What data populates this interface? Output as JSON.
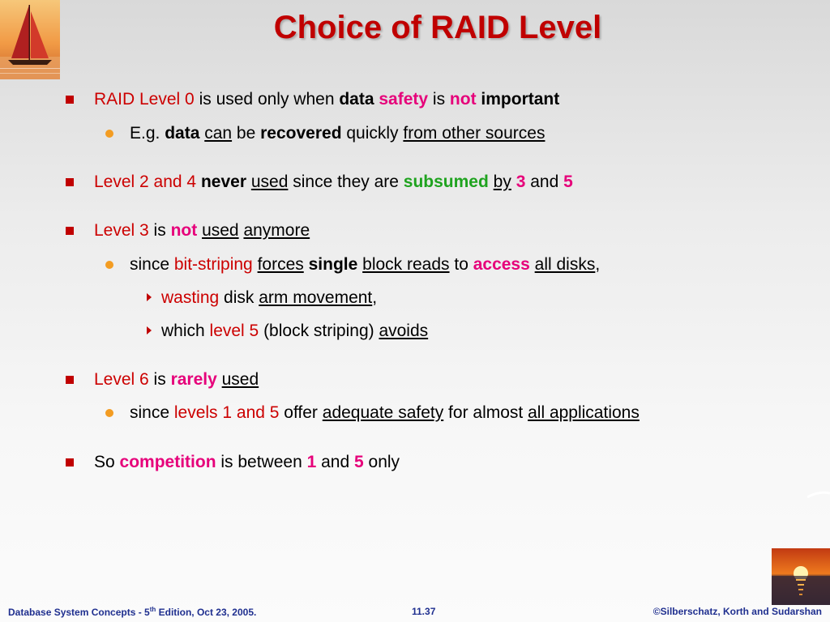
{
  "title": "Choice of RAID Level",
  "bullets": {
    "b1": {
      "p1": "RAID Level 0",
      "p2": " is used only when ",
      "p3": "data",
      "p4": " ",
      "p5": "safety",
      "p6": " is ",
      "p7": "not",
      "p8": " ",
      "p9": "important"
    },
    "b1a": {
      "p1": "E.g. ",
      "p2": "data",
      "p3": " ",
      "p4": "can",
      "p5": " be ",
      "p6": "recovered",
      "p7": " quickly ",
      "p8": "from other sources"
    },
    "b2": {
      "p1": "Level 2 and 4",
      "p2": " ",
      "p3": "never",
      "p4": " ",
      "p5": "used",
      "p6": " since they are ",
      "p7": "subsumed",
      "p8": " ",
      "p9": "by",
      "p10": " ",
      "p11": "3",
      "p12": " and ",
      "p13": "5"
    },
    "b3": {
      "p1": "Level 3",
      "p2": " is ",
      "p3": "not",
      "p4": " ",
      "p5": "used",
      "p6": " ",
      "p7": "anymore"
    },
    "b3a": {
      "p1": "since ",
      "p2": "bit-striping",
      "p3": " ",
      "p4": "forces",
      "p5": " ",
      "p6": "single",
      "p7": " ",
      "p8": "block reads",
      "p9": " to ",
      "p10": "access",
      "p11": " ",
      "p12": "all disks",
      "p13": ","
    },
    "b3a1": {
      "p1": "wasting",
      "p2": " disk ",
      "p3": "arm movement",
      "p4": ","
    },
    "b3a2": {
      "p1": "which ",
      "p2": "level 5",
      "p3": " (block striping) ",
      "p4": "avoids"
    },
    "b4": {
      "p1": "Level 6",
      "p2": " is ",
      "p3": "rarely",
      "p4": " ",
      "p5": "used"
    },
    "b4a": {
      "p1": "since ",
      "p2": "levels 1 and 5",
      "p3": " offer ",
      "p4": "adequate safety",
      "p5": " for almost ",
      "p6": "all applications"
    },
    "b5": {
      "p1": "So ",
      "p2": "competition",
      "p3": " is between ",
      "p4": "1",
      "p5": " and ",
      "p6": "5",
      "p7": " only"
    }
  },
  "footer": {
    "left_pre": "Database System Concepts - 5",
    "left_sup": "th",
    "left_post": " Edition, Oct 23,  2005.",
    "page": "11.37",
    "right": "©Silberschatz, Korth and Sudarshan"
  },
  "colors": {
    "title": "#c00000",
    "emphasis_red": "#cc0000",
    "emphasis_pink": "#e6007a",
    "emphasis_green": "#1fa31f",
    "footer": "#1f2f8f"
  }
}
